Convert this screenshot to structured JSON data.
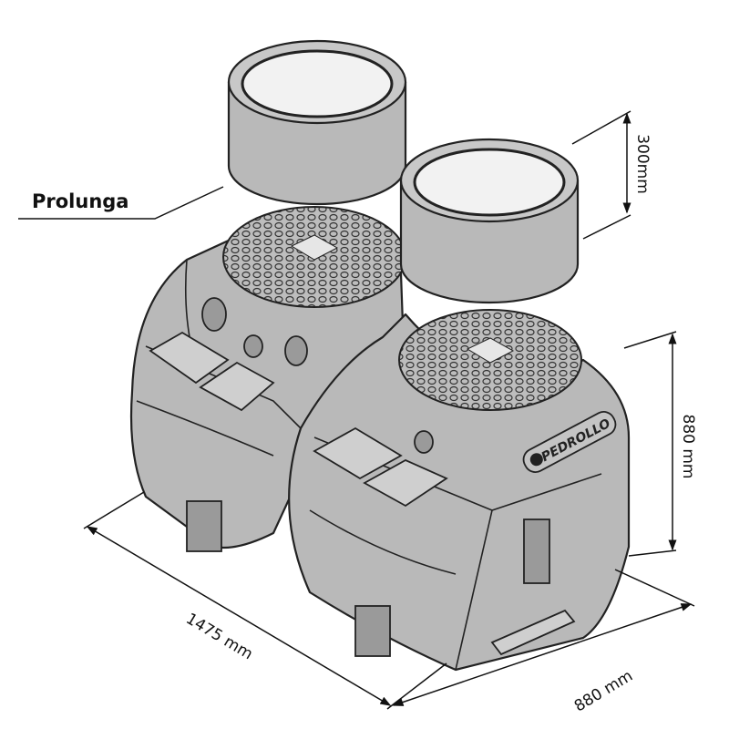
{
  "labels": {
    "extension": "Prolunga",
    "extension_height": "300mm",
    "tank_height": "880 mm",
    "length": "1475 mm",
    "width": "880 mm"
  },
  "logo_text": "PEDROLLO",
  "colors": {
    "tank": "#b9b9b9",
    "outline": "#222222"
  }
}
